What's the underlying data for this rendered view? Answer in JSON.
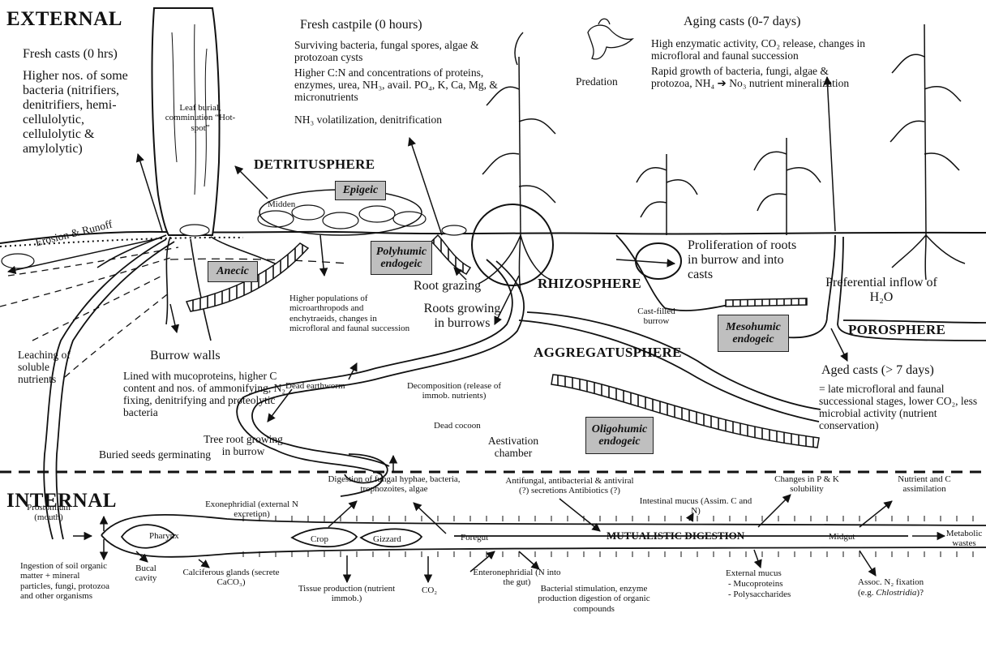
{
  "section_labels": {
    "external": "EXTERNAL",
    "internal": "INTERNAL"
  },
  "zones": {
    "detritusphere": "DETRITUSPHERE",
    "rhizosphere": "RHIZOSPHERE",
    "porosphere": "POROSPHERE",
    "aggregatusphere": "AGGREGATUSPHERE",
    "mutualistic_digestion": "MUTUALISTIC DIGESTION"
  },
  "ecotypes": {
    "epigeic": "Epigeic",
    "anecic": "Anecic",
    "polyhumic": "Polyhumic endogeic",
    "mesohumic": "Mesohumic endogeic",
    "oligohumic": "Oligohumic endogeic"
  },
  "external": {
    "fresh_casts_title": "Fresh casts (0 hrs)",
    "fresh_casts_body": "Higher nos. of some bacteria (nitrifiers, denitrifiers, hemi-cellulolytic, cellulolytic & amylolytic)",
    "leaf_burial": "Leaf burial, comminution “Hot-spot”",
    "castpile_title": "Fresh castpile (0 hours)",
    "castpile_line1": "Surviving bacteria, fungal spores, algae & protozoan cysts",
    "castpile_line2": "Higher C:N and concentrations of proteins, enzymes, urea, NH₃, avail. PO₄, K, Ca, Mg, & micronutrients",
    "castpile_line3": "NH₃ volatilization, denitrification",
    "predation": "Predation",
    "aging_title": "Aging casts (0-7 days)",
    "aging_line1": "High enzymatic activity, CO₂ release, changes in microfloral and faunal succession",
    "aging_line2": "Rapid growth of bacteria, fungi, algae & protozoa, NH₄ ➔ No₃ nutrient mineralization",
    "midden": "Midden",
    "erosion": "Erosion & Runoff",
    "microarthropods": "Higher populations of microarthropods and enchytraeids, changes in microfloral and faunal succession",
    "root_grazing": "Root grazing",
    "roots_growing": "Roots growing in burrows",
    "proliferation": "Proliferation of roots in burrow and into casts",
    "preferential": "Preferential inflow of H₂O",
    "cast_filled": "Cast-filled burrow",
    "leaching": "Leaching of soluble nutrients",
    "burrow_walls_title": "Burrow walls",
    "burrow_walls_body": "Lined with mucoproteins, higher C content and nos. of ammonifying, N₂ fixing, denitrifying and proteolytic bacteria",
    "buried_seeds": "Buried seeds germinating",
    "dead_earthworm": "Dead earthworm",
    "decomposition": "Decomposition (release of immob. nutrients)",
    "dead_cocoon": "Dead cocoon",
    "aestivation": "Aestivation chamber",
    "tree_root": "Tree root growing in burrow",
    "aged_casts_title": "Aged casts (> 7 days)",
    "aged_casts_body": "= late microfloral and faunal successional stages, lower CO₂, less microbial activity (nutrient conservation)"
  },
  "internal": {
    "prostomium": "Prostomium (mouth)",
    "exonephridial": "Exonephridial (external N excretion)",
    "digestion_fungal": "Digestion of fungal hyphae, bacteria, trophozoites, algae",
    "antifungal": "Antifungal, antibacterial & antiviral (?) secretions Antibiotics (?)",
    "intestinal_mucus": "Intestinal mucus (Assim. C and N)",
    "changes_pk": "Changes in P & K solubility",
    "nutrient_c": "Nutrient and C assimilation",
    "pharynx": "Pharynx",
    "crop": "Crop",
    "gizzard": "Gizzard",
    "foregut": "Foregut",
    "midgut": "Midgut",
    "metabolic": "Metabolic wastes",
    "ingestion": "Ingestion of soil organic matter + mineral particles, fungi, protozoa and other organisms",
    "bucal": "Bucal cavity",
    "calciferous": "Calciferous glands (secrete CaCO₃)",
    "tissue": "Tissue production (nutrient immob.)",
    "co2": "CO₂",
    "enteronephridial": "Enteronephridial (N into the gut)",
    "bacterial": "Bacterial stimulation, enzyme production digestion of organic compounds",
    "ext_mucus_title": "External mucus",
    "ext_mucus_1": "- Mucoproteins",
    "ext_mucus_2": "- Polysaccharides",
    "assoc_n2_prefix": "Assoc. N₂ fixation",
    "assoc_n2_genus": "Chlostridia",
    "assoc_n2_open": "(e.g. ",
    "assoc_n2_close": ")?"
  }
}
